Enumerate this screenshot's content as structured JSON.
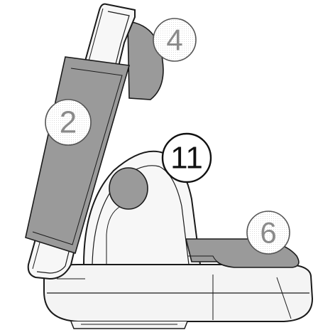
{
  "colors": {
    "outline": "#1a1a1a",
    "body_fill": "#f4f4f4",
    "shaded_part": "#9a9a9a",
    "callout_fill": "#ffffff",
    "callout_stroke": "#555555",
    "callout_text_dim": "#8a8a8a",
    "callout_text_dark": "#111111"
  },
  "callouts": [
    {
      "id": "callout-4",
      "label": "4"
    },
    {
      "id": "callout-2",
      "label": "2"
    },
    {
      "id": "callout-11",
      "label": "11"
    },
    {
      "id": "callout-6",
      "label": "6"
    }
  ]
}
